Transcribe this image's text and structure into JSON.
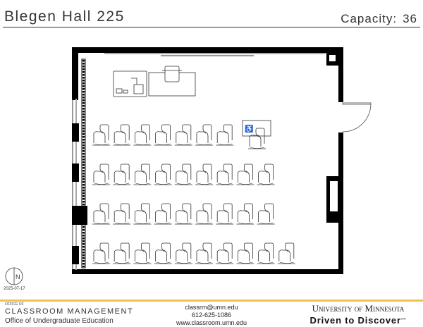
{
  "header": {
    "room_title": "Blegen Hall 225",
    "capacity_label": "Capacity:",
    "capacity_value": "36"
  },
  "floorplan": {
    "seat_rows": [
      7,
      9,
      9,
      10
    ],
    "accessible_seats": 1,
    "north_label": "N",
    "date": "2025-07-17"
  },
  "footer": {
    "office_of": "OFFICE OF",
    "office_name": "CLASSROOM MANAGEMENT",
    "office_parent": "Office of Undergraduate Education",
    "email": "classrm@umn.edu",
    "phone": "612-625-1086",
    "website": "www.classroom.umn.edu",
    "university": "University of Minnesota",
    "tagline": "Driven to Discover",
    "tagline_mark": "SM",
    "accent_color": "#f0c050"
  }
}
